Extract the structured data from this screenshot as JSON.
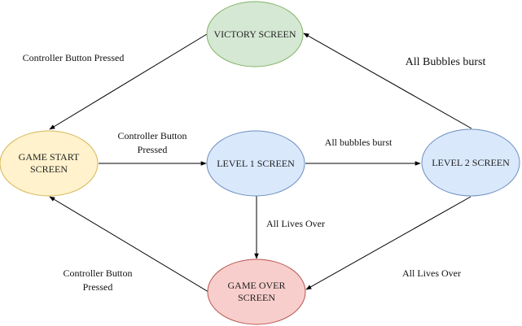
{
  "nodes": {
    "victory": {
      "lines": [
        "VICTORY SCREEN"
      ],
      "fill": "#d5e8d4",
      "stroke": "#82b366"
    },
    "game_start": {
      "lines": [
        "GAME START",
        "SCREEN"
      ],
      "fill": "#fff2cc",
      "stroke": "#d6b656"
    },
    "level1": {
      "lines": [
        "LEVEL 1 SCREEN"
      ],
      "fill": "#dae8fc",
      "stroke": "#6c8ebf"
    },
    "level2": {
      "lines": [
        "LEVEL 2 SCREEN"
      ],
      "fill": "#dae8fc",
      "stroke": "#6c8ebf"
    },
    "game_over": {
      "lines": [
        "GAME OVER",
        "SCREEN"
      ],
      "fill": "#f8cecc",
      "stroke": "#b85450"
    }
  },
  "edges": {
    "victory_to_start": {
      "from": "VICTORY SCREEN",
      "to": "GAME START SCREEN",
      "lines": [
        "Controller Button Pressed"
      ]
    },
    "start_to_level1": {
      "from": "GAME START SCREEN",
      "to": "LEVEL 1 SCREEN",
      "lines": [
        "Controller Button",
        "Pressed"
      ]
    },
    "level1_to_level2": {
      "from": "LEVEL 1 SCREEN",
      "to": "LEVEL 2 SCREEN",
      "lines": [
        "All bubbles burst"
      ]
    },
    "level2_to_victory": {
      "from": "LEVEL 2 SCREEN",
      "to": "VICTORY SCREEN",
      "lines": [
        "All Bubbles burst"
      ]
    },
    "level1_to_gameover": {
      "from": "LEVEL 1 SCREEN",
      "to": "GAME OVER SCREEN",
      "lines": [
        "All Lives Over"
      ]
    },
    "level2_to_gameover": {
      "from": "LEVEL 2 SCREEN",
      "to": "GAME OVER SCREEN",
      "lines": [
        "All Lives Over"
      ]
    },
    "gameover_to_start": {
      "from": "GAME OVER SCREEN",
      "to": "GAME START SCREEN",
      "lines": [
        "Controller Button",
        "Pressed"
      ]
    }
  },
  "colors": {
    "edge": "#000000",
    "label": "#111111"
  }
}
